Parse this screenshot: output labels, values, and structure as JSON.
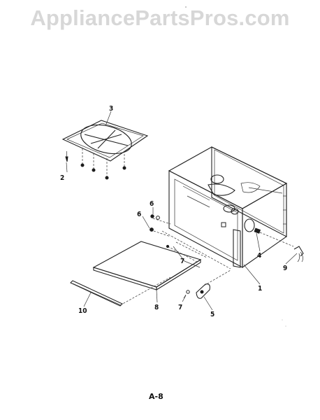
{
  "watermark": "AppliancePartsPros.com",
  "page_label": "A-8",
  "callouts": {
    "c1": "1",
    "c2": "2",
    "c3": "3",
    "c4": "4",
    "c5": "5",
    "c6a": "6",
    "c6b": "6",
    "c7a": "7",
    "c7b": "7",
    "c8": "8",
    "c9": "9",
    "c10": "10"
  }
}
